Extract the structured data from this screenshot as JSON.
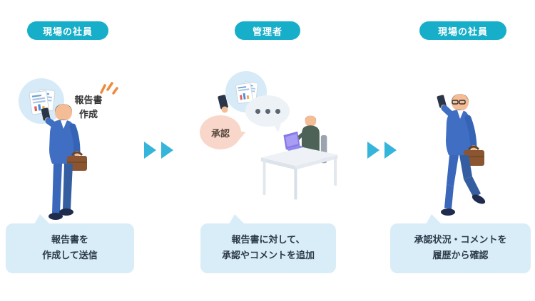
{
  "diagram": {
    "title": "report-approval-workflow",
    "stages": [
      {
        "badge": "現場の社員",
        "speech_label": "報告書\n作成",
        "caption": "報告書を\n作成して送信"
      },
      {
        "badge": "管理者",
        "approval_label": "承認",
        "caption": "報告書に対して、\n承認やコメントを追加"
      },
      {
        "badge": "現場の社員",
        "caption": "承認状況・コメントを\n履歴から確認"
      }
    ]
  },
  "icons": {
    "documents": "report-documents-icon",
    "smartphone": "smartphone-icon",
    "ellipsis": "ellipsis-comment-icon",
    "emphasis": "emphasis-marks-icon",
    "arrows": "double-arrow-right-icon"
  },
  "colors": {
    "badge": "#17aec9",
    "caption_box": "#d9edf8",
    "arrow": "#36b5da",
    "approval_bubble": "#f8d7ca",
    "thought_bubble": "#d6ebf7",
    "suit_blue": "#3f6ec3",
    "briefcase_brown": "#8a5530",
    "laptop_purple": "#8678e8"
  }
}
